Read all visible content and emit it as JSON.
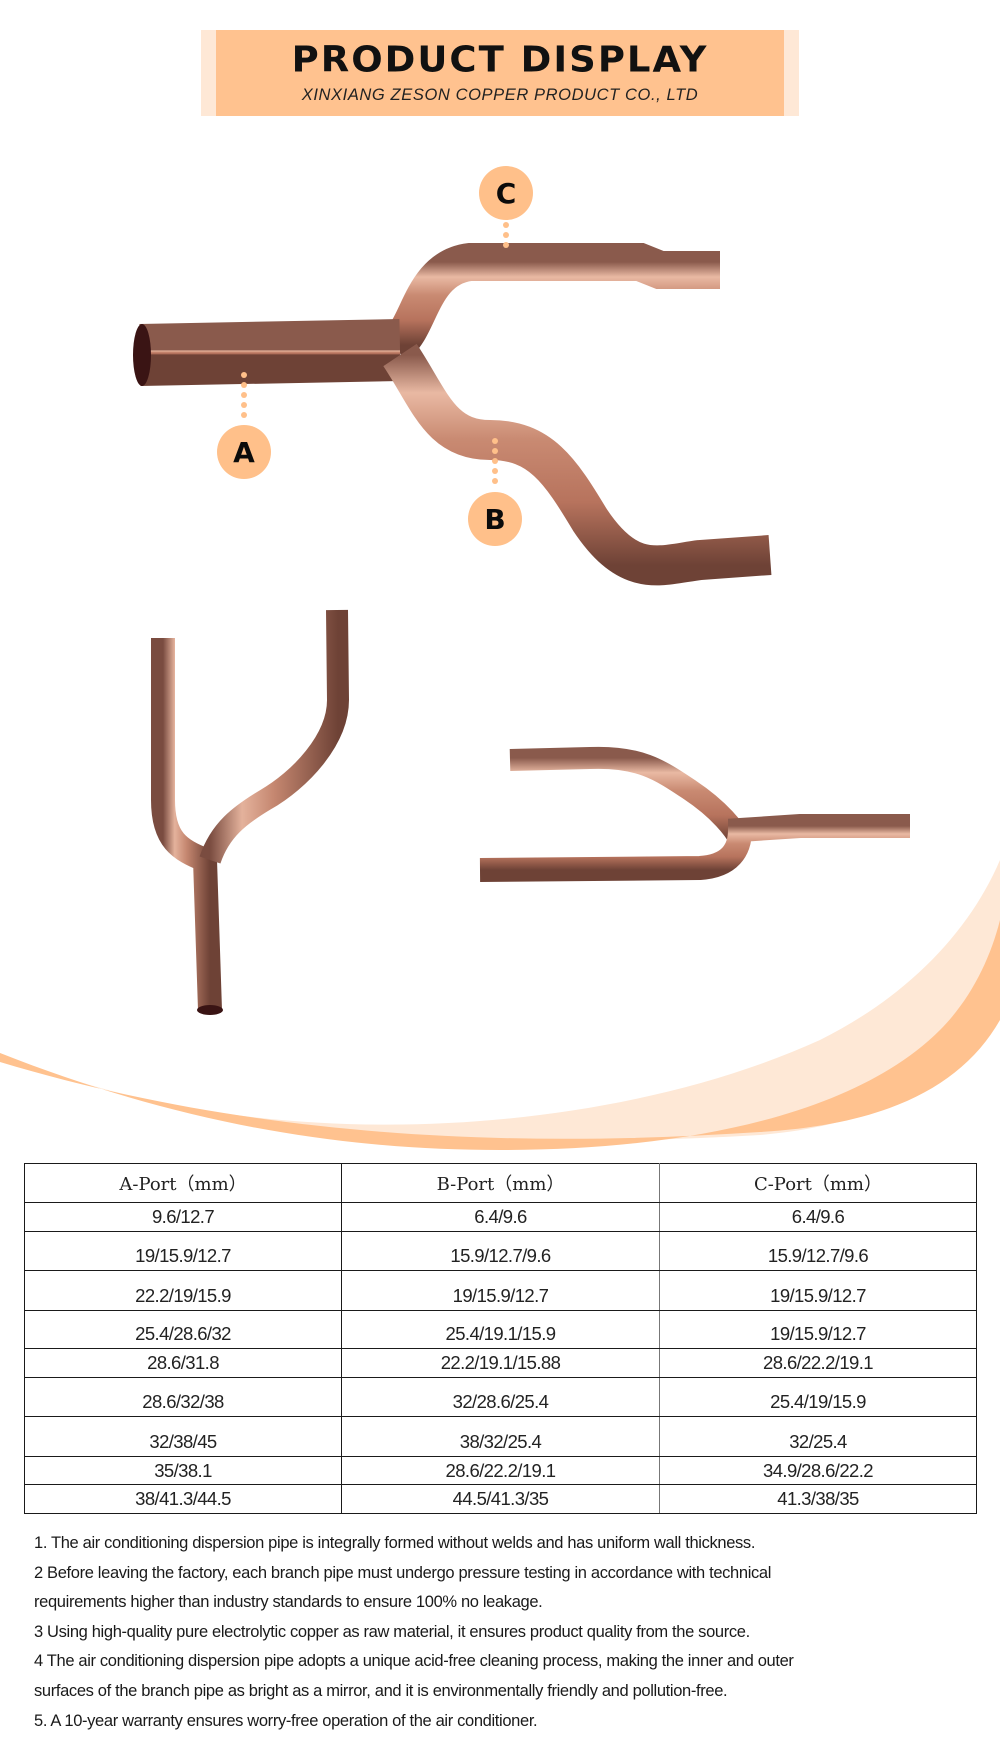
{
  "header": {
    "title": "PRODUCT DISPLAY",
    "company": "XINXIANG ZESON COPPER PRODUCT CO., LTD"
  },
  "colors": {
    "accent": "#FFC28F",
    "accent_light": "#FEE8D6",
    "callout": "#FFC08A",
    "copper": "#C98A72"
  },
  "product_images": [
    {
      "name": "main-branch-pipe",
      "callouts": [
        "A",
        "B",
        "C"
      ]
    },
    {
      "name": "vertical-branch-pipe"
    },
    {
      "name": "horizontal-branch-pipe"
    }
  ],
  "callouts": {
    "a": "A",
    "b": "B",
    "c": "C"
  },
  "spec_table": {
    "columns": [
      "A-Port（mm）",
      "B-Port（mm）",
      "C-Port（mm）"
    ],
    "rows": [
      [
        "9.6/12.7",
        "6.4/9.6",
        "6.4/9.6"
      ],
      [
        "19/15.9/12.7",
        "15.9/12.7/9.6",
        "15.9/12.7/9.6"
      ],
      [
        "22.2/19/15.9",
        "19/15.9/12.7",
        "19/15.9/12.7"
      ],
      [
        "25.4/28.6/32",
        "25.4/19.1/15.9",
        "19/15.9/12.7"
      ],
      [
        "28.6/31.8",
        "22.2/19.1/15.88",
        "28.6/22.2/19.1"
      ],
      [
        "28.6/32/38",
        "32/28.6/25.4",
        "25.4/19/15.9"
      ],
      [
        "32/38/45",
        "38/32/25.4",
        "32/25.4"
      ],
      [
        "35/38.1",
        "28.6/22.2/19.1",
        "34.9/28.6/22.2"
      ],
      [
        "38/41.3/44.5",
        "44.5/41.3/35",
        "41.3/38/35"
      ]
    ]
  },
  "notes": [
    "1. The air conditioning dispersion pipe is integrally formed without welds and has uniform wall thickness.",
    "2 Before leaving the factory, each branch pipe must undergo pressure testing in accordance with technical",
    "requirements higher than industry standards to ensure 100% no leakage.",
    "3 Using high-quality pure electrolytic copper as raw material, it ensures product quality from the source.",
    "4 The air conditioning dispersion pipe adopts a unique acid-free cleaning process, making the inner and outer",
    "surfaces of the branch pipe as bright as a mirror, and it is environmentally friendly and pollution-free.",
    "5. A 10-year warranty ensures worry-free operation of the air conditioner."
  ]
}
